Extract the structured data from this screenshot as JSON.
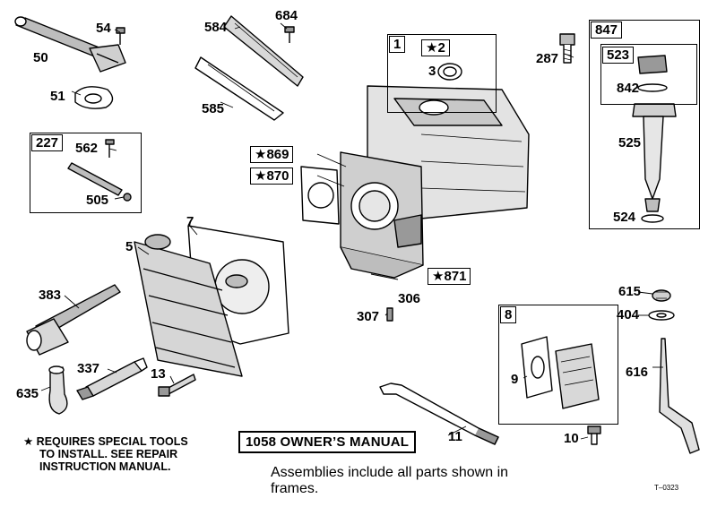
{
  "parts": {
    "p50": "50",
    "p54": "54",
    "p51": "51",
    "p584": "584",
    "p684": "684",
    "p585": "585",
    "p1": "1",
    "p2": "★2",
    "p3": "3",
    "p287": "287",
    "p847": "847",
    "p523": "523",
    "p842": "842",
    "p525": "525",
    "p524": "524",
    "p227": "227",
    "p562": "562",
    "p505": "505",
    "p869": "★869",
    "p870": "★870",
    "p871": "★871",
    "p7": "7",
    "p5": "5",
    "p383": "383",
    "p337": "337",
    "p13": "13",
    "p635": "635",
    "p306": "306",
    "p307": "307",
    "p8": "8",
    "p9": "9",
    "p615": "615",
    "p404": "404",
    "p616": "616",
    "p11": "11",
    "p10": "10"
  },
  "note": {
    "line1": "★ REQUIRES SPECIAL TOOLS",
    "line2": "TO INSTALL.  SEE REPAIR",
    "line3": "INSTRUCTION MANUAL."
  },
  "manual_label": "1058 OWNER’S MANUAL",
  "footer": "Assemblies include all parts shown in frames.",
  "drawing_code": "T–0323"
}
